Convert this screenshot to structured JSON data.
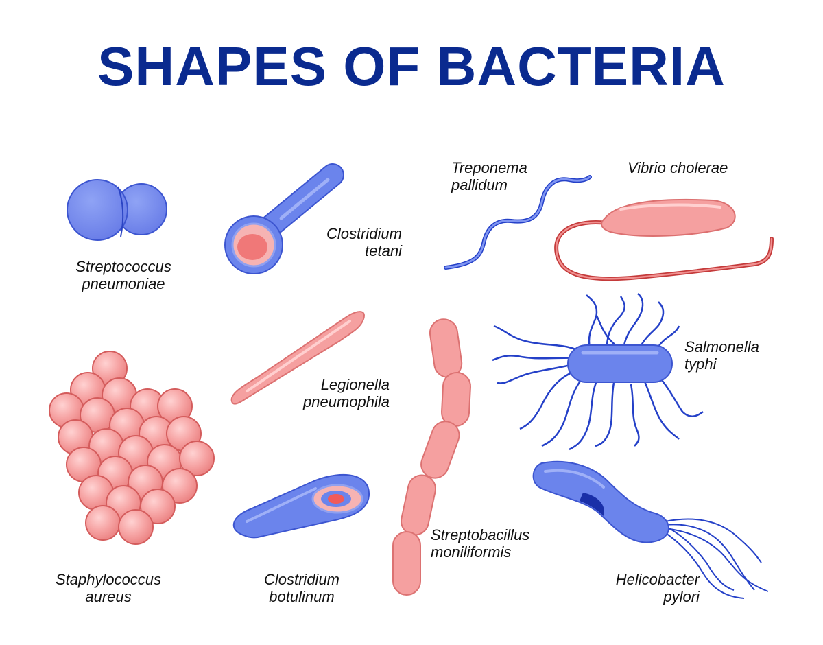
{
  "title": "SHAPES OF BACTERIA",
  "colors": {
    "title": "#0a2a8f",
    "blue_cell": "#6b84ec",
    "blue_outline": "#2a44c4",
    "pink_cell": "#f5a0a0",
    "pink_outline": "#d25b5b",
    "flagella_blue": "#2440c8",
    "flagella_red": "#d03a3a"
  },
  "bacteria": [
    {
      "id": "streptococcus",
      "line1": "Streptococcus",
      "line2": "pneumoniae",
      "shape": "diplococcus"
    },
    {
      "id": "clostridium-tetani",
      "line1": "Clostridium",
      "line2": "tetani",
      "shape": "drumstick"
    },
    {
      "id": "treponema",
      "line1": "Treponema",
      "line2": "pallidum",
      "shape": "spirochete"
    },
    {
      "id": "vibrio",
      "line1": "Vibrio cholerae",
      "shape": "comma"
    },
    {
      "id": "legionella",
      "line1": "Legionella",
      "line2": "pneumophila",
      "shape": "rod"
    },
    {
      "id": "salmonella",
      "line1": "Salmonella",
      "line2": "typhi",
      "shape": "peritrichous-rod"
    },
    {
      "id": "staphylococcus",
      "line1": "Staphylococcus",
      "line2": "aureus",
      "shape": "cluster"
    },
    {
      "id": "clostridium-botulinum",
      "line1": "Clostridium",
      "line2": "botulinum",
      "shape": "spore-rod"
    },
    {
      "id": "streptobacillus",
      "line1": "Streptobacillus",
      "line2": "moniliformis",
      "shape": "chain"
    },
    {
      "id": "helicobacter",
      "line1": "Helicobacter",
      "line2": "pylori",
      "shape": "helical"
    }
  ]
}
